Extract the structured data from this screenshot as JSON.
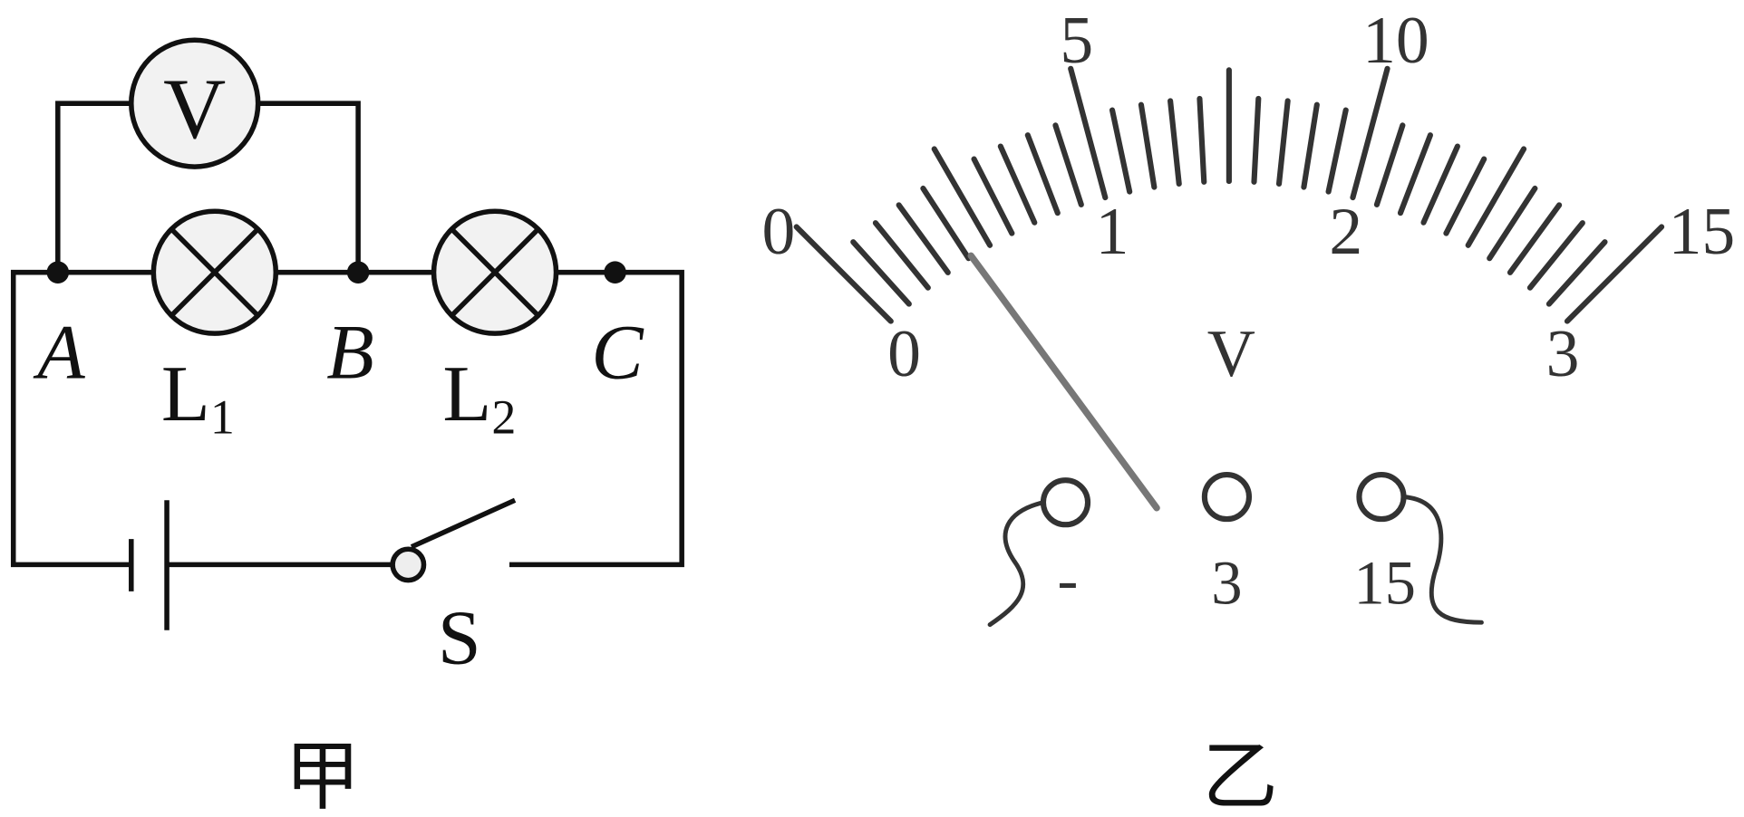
{
  "circuit": {
    "voltmeter_symbol": "V",
    "node_labels": [
      "A",
      "B",
      "C"
    ],
    "lamp1": {
      "name": "L",
      "sub": "1"
    },
    "lamp2": {
      "name": "L",
      "sub": "2"
    },
    "switch_label": "S",
    "caption": "甲"
  },
  "meter": {
    "outer_scale_labels": [
      "0",
      "5",
      "10",
      "15"
    ],
    "inner_scale_labels": [
      "0",
      "1",
      "2",
      "3"
    ],
    "unit": "V",
    "terminals": [
      "-",
      "3",
      "15"
    ],
    "caption": "乙",
    "divisions": 30,
    "needle_reading_divisions": 3,
    "colors": {
      "ink": "#333333",
      "needle": "#777777"
    }
  }
}
